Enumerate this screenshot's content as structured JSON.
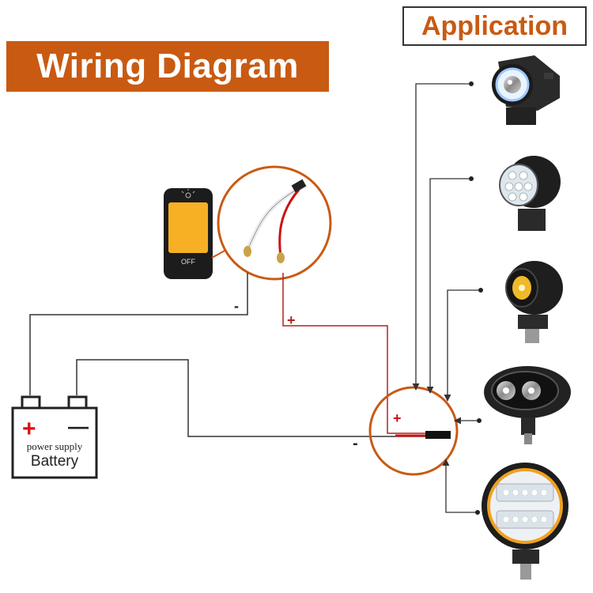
{
  "title": "Wiring Diagram",
  "application_label": "Application",
  "switch": {
    "off_label": "OFF",
    "icon": "light-bulb-icon",
    "rocker_color": "#f7b024"
  },
  "battery": {
    "positive": "+",
    "negative": "—",
    "line1": "power supply",
    "line2": "Battery"
  },
  "wire_labels": {
    "negative_top": "-",
    "positive_top": "+",
    "positive_junction": "+",
    "negative_junction": "-"
  },
  "lights": [
    {
      "name": "angel-eye-projector-light-icon"
    },
    {
      "name": "multi-led-round-light-icon"
    },
    {
      "name": "yellow-cree-spotlight-icon"
    },
    {
      "name": "oval-dual-lens-light-icon"
    },
    {
      "name": "round-led-work-light-icon"
    }
  ],
  "colors": {
    "accent": "#c95a12",
    "wire_positive": "#b22222",
    "wire": "#333333",
    "switch_body": "#1c1c1c"
  }
}
